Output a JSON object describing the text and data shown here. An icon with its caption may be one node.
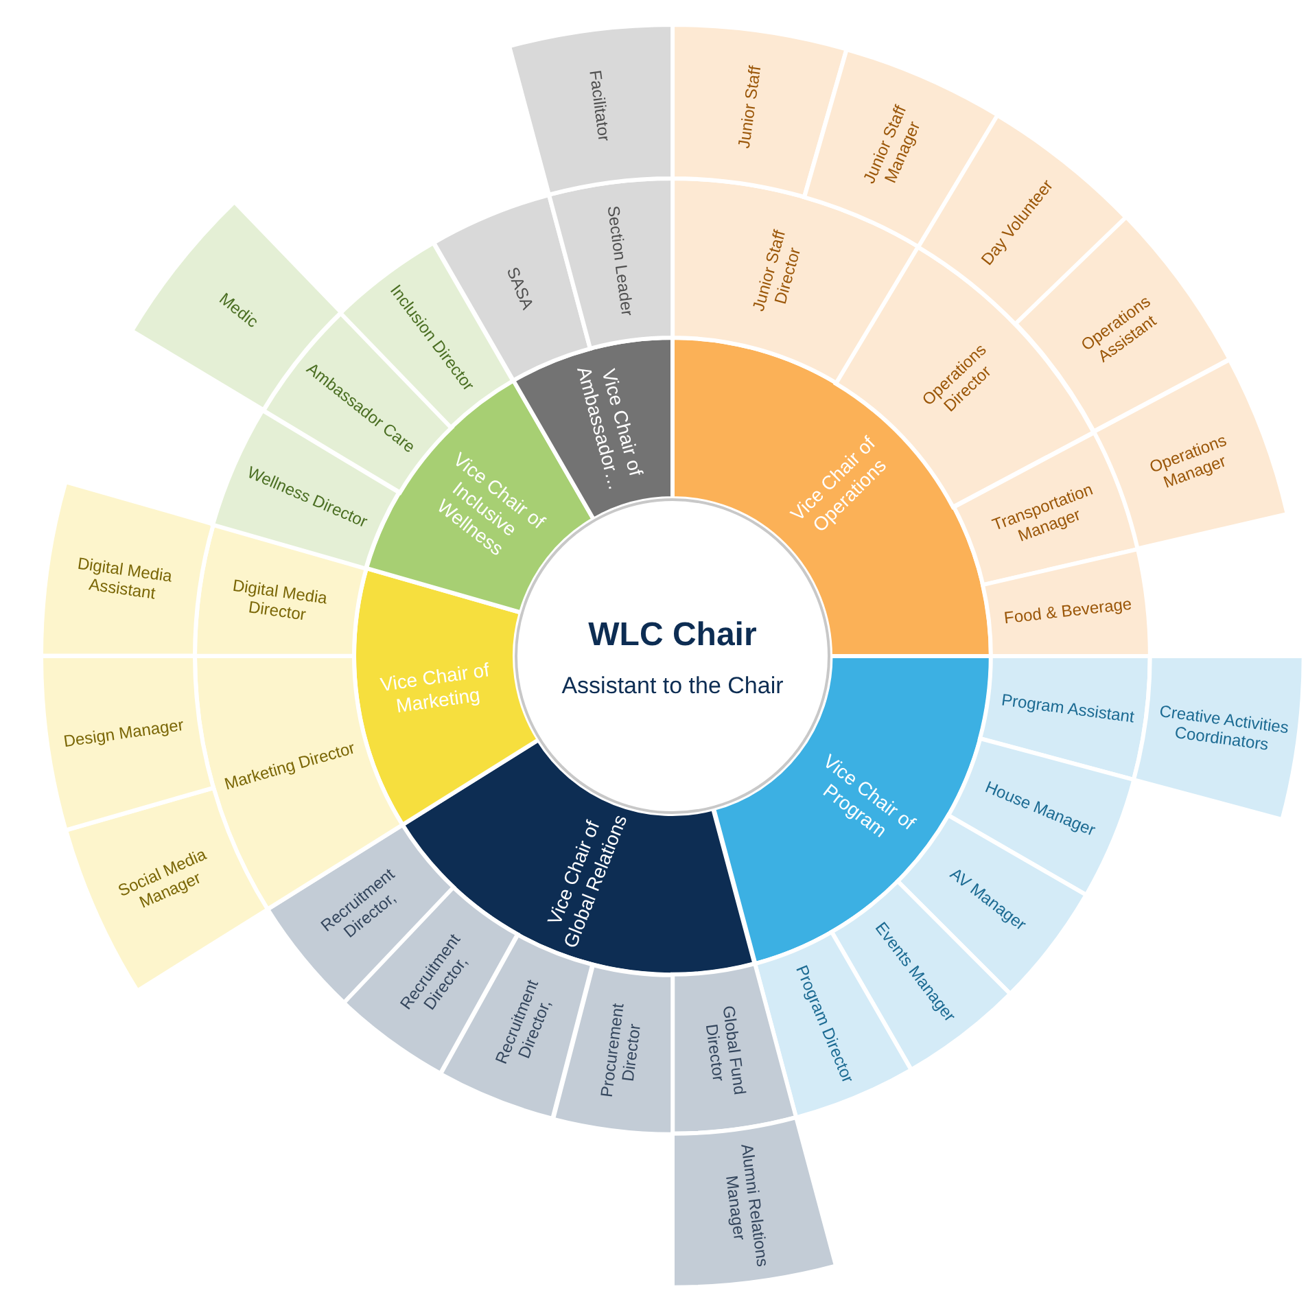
{
  "diagram": {
    "nodes": [
      {
        "text": [
          "WLC Chair",
          "Assistant to the Chair"
        ]
      },
      {
        "text": [
          "Vice Chair of Operations"
        ]
      },
      {
        "text": [
          "Junior Staff Director"
        ]
      },
      {
        "text": [
          "Operations Director"
        ]
      },
      {
        "text": [
          "Transportation Manager"
        ]
      },
      {
        "text": [
          "Food & Beverage"
        ]
      },
      {
        "text": [
          "Junior Staff"
        ]
      },
      {
        "text": [
          "Junior Staff Manager"
        ]
      },
      {
        "text": [
          "Day Volunteer"
        ]
      },
      {
        "text": [
          "Operations Assistant"
        ]
      },
      {
        "text": [
          "Operations Manager"
        ]
      },
      {
        "text": [
          "Vice Chair of Program"
        ]
      },
      {
        "text": [
          "Program Assistant"
        ]
      },
      {
        "text": [
          "House Manager"
        ]
      },
      {
        "text": [
          "AV Manager"
        ]
      },
      {
        "text": [
          "Events Manager"
        ]
      },
      {
        "text": [
          "Program Director"
        ]
      },
      {
        "text": [
          "Creative Activities Coordinators"
        ]
      },
      {
        "text": [
          "Vice Chair of Global Relations"
        ]
      },
      {
        "text": [
          "Global Fund Director"
        ]
      },
      {
        "text": [
          "Procurement Director"
        ]
      },
      {
        "text": [
          "Recruitment Director,"
        ]
      },
      {
        "text": [
          "Recruitment Director,"
        ]
      },
      {
        "text": [
          "Recruitment Director,"
        ]
      },
      {
        "text": [
          "Alumni Relations Manager"
        ]
      },
      {
        "text": [
          "Vice Chair of Marketing"
        ]
      },
      {
        "text": [
          "Marketing Director"
        ]
      },
      {
        "text": [
          "Digital Media Director"
        ]
      },
      {
        "text": [
          "Social Media Manager"
        ]
      },
      {
        "text": [
          "Design Manager"
        ]
      },
      {
        "text": [
          "Digital Media Assistant"
        ]
      },
      {
        "text": [
          "Vice Chair of Inclusive Wellness"
        ]
      },
      {
        "text": [
          "Wellness Director"
        ]
      },
      {
        "text": [
          "Ambassador Care"
        ]
      },
      {
        "text": [
          "Inclusion Director"
        ]
      },
      {
        "text": [
          "Medic"
        ]
      },
      {
        "text": [
          "Vice Chair of Ambassador…"
        ]
      },
      {
        "text": [
          "SASA"
        ]
      },
      {
        "text": [
          "Section Leader"
        ]
      },
      {
        "text": [
          "Facilitator"
        ]
      }
    ]
  }
}
